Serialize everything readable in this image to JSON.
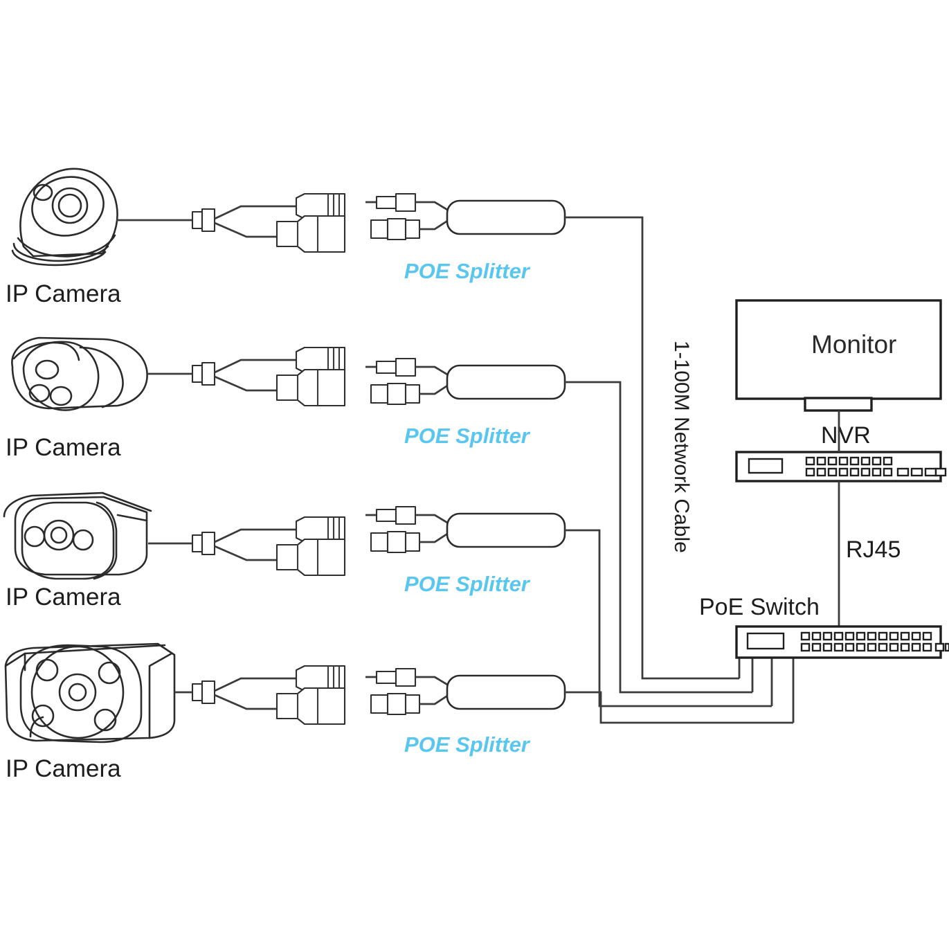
{
  "diagram": {
    "title": "POE Splitter IP Camera Network Wiring Diagram",
    "colors": {
      "line": "#2b2b2b",
      "accent_splitter_label": "#59c6ef",
      "background": "#ffffff"
    },
    "cameras": [
      {
        "id": "camera-1",
        "label": "IP Camera",
        "style": "dome"
      },
      {
        "id": "camera-2",
        "label": "IP Camera",
        "style": "bullet-rounded"
      },
      {
        "id": "camera-3",
        "label": "IP Camera",
        "style": "bullet-boxy"
      },
      {
        "id": "camera-4",
        "label": "IP Camera",
        "style": "bullet-array"
      }
    ],
    "splitters": [
      {
        "id": "splitter-1",
        "label": "POE Splitter"
      },
      {
        "id": "splitter-2",
        "label": "POE Splitter"
      },
      {
        "id": "splitter-3",
        "label": "POE Splitter"
      },
      {
        "id": "splitter-4",
        "label": "POE Splitter"
      }
    ],
    "cable_labels": {
      "network_cable": "1-100M Network Cable",
      "rj45": "RJ45"
    },
    "devices": {
      "monitor": {
        "label": "Monitor"
      },
      "nvr": {
        "label": "NVR",
        "top_ports": 8,
        "bottom_ports": 8,
        "side_ports": 4
      },
      "poe_switch": {
        "label": "PoE Switch",
        "top_ports": 12,
        "bottom_ports": 12,
        "side_ports": 2
      }
    }
  }
}
